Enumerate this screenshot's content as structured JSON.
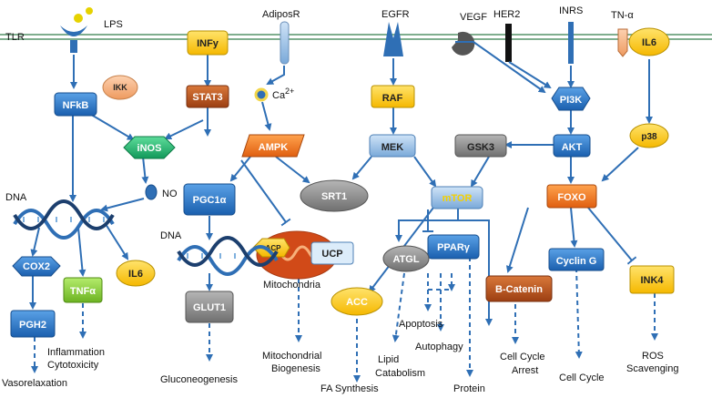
{
  "membrane": {
    "receptors": {
      "tlr": "TLR",
      "lps": "LPS",
      "adiposr": "AdiposR",
      "egfr": "EGFR",
      "vegf": "VEGF",
      "her2": "HER2",
      "inrs": "INRS",
      "tn_alpha": "TN-α"
    }
  },
  "nodes": {
    "infy": "INFy",
    "il6_top": "IL6",
    "ikk": "IKK",
    "nfkb": "NFkB",
    "stat3": "STAT3",
    "ca": "Ca",
    "ca_sup": "2+",
    "raf": "RAF",
    "pi3k": "PI3K",
    "inos": "iNOS",
    "ampk": "AMPK",
    "mek": "MEK",
    "gsk3": "GSK3",
    "akt": "AKT",
    "p38": "p38",
    "no": "NO",
    "pgc1a": "PGC1α",
    "srt1": "SRT1",
    "mtor": "mTOR",
    "foxo": "FOXO",
    "acp": "ACP",
    "ucp": "UCP",
    "cox2": "COX2",
    "tnfa": "TNFα",
    "il6_mid": "IL6",
    "ppar": "PPARγ",
    "atgl": "ATGL",
    "acc": "ACC",
    "bcatenin": "B-Catenin",
    "cycling": "Cyclin G",
    "ink4": "INK4",
    "pgh2": "PGH2",
    "glut1": "GLUT1"
  },
  "labels": {
    "dna_left": "DNA",
    "dna_mid": "DNA",
    "mitochondria": "Mitochondria",
    "inflammation": "Inflammation",
    "cytotoxicity": "Cytotoxicity",
    "vasorelaxation": "Vasorelaxation",
    "gluconeogenesis": "Gluconeogenesis",
    "mito_bio_1": "Mitochondrial",
    "mito_bio_2": "Biogenesis",
    "fa_synthesis": "FA Synthesis",
    "lipid": "Lipid",
    "catabolism": "Catabolism",
    "apoptosis": "Apoptosis",
    "autophagy": "Autophagy",
    "protein": "Protein",
    "cell_cycle_arrest_1": "Cell Cycle",
    "cell_cycle_arrest_2": "Arrest",
    "cell_cycle": "Cell Cycle",
    "ros_1": "ROS",
    "ros_2": "Scavenging"
  },
  "colors": {
    "membrane": "#7fae8e",
    "blue_node": "#1f6fc5",
    "blue_arrow": "#2f6fb5",
    "orange_node": "#e86d1f",
    "brown_node": "#b8531e",
    "green_node": "#1fb86e",
    "yellow_node": "#ffd21f",
    "gray_node": "#8c8c8c",
    "light_blue_node": "#9cc3e6",
    "lime_node": "#8ad13a",
    "peach_node": "#f4b183",
    "ucp_bg": "#dcecfa"
  }
}
